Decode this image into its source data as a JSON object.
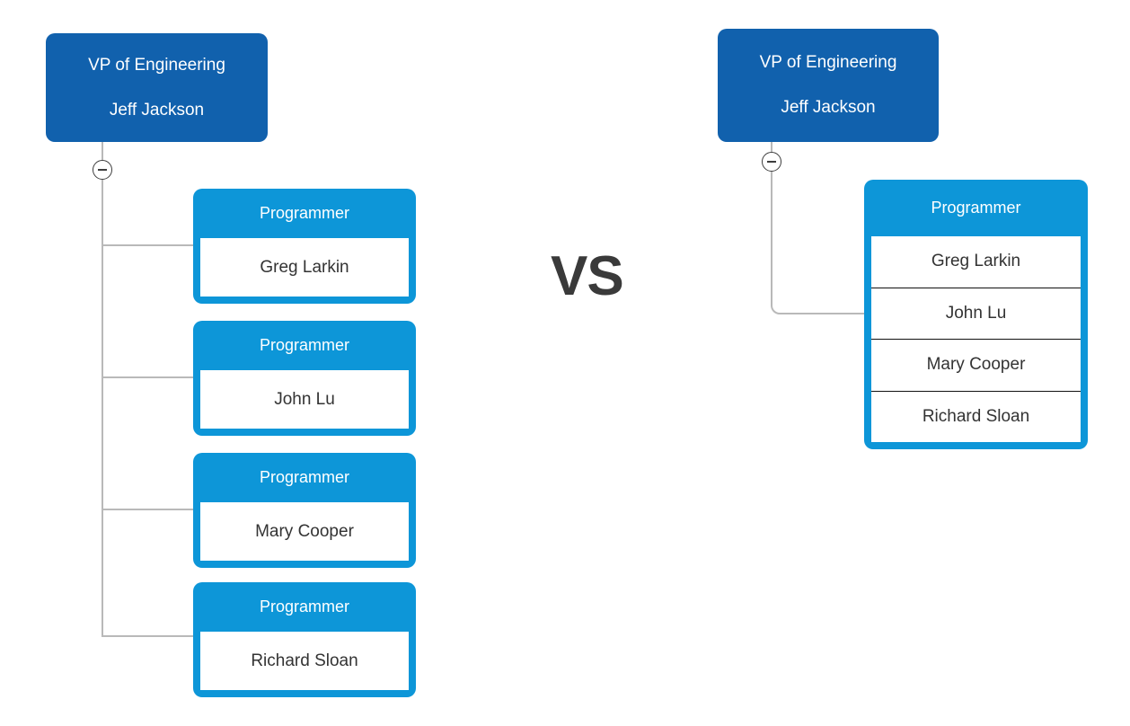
{
  "diagram": {
    "comparison_label": "VS",
    "colors": {
      "root_fill": "#1161ad",
      "node_fill": "#0d96d8",
      "body_fill": "#ffffff",
      "connector": "#b9b9b9",
      "name_text": "#333333",
      "vs_text": "#3a3a3a",
      "row_divider": "#111111"
    }
  },
  "left_chart": {
    "root": {
      "title": "VP of Engineering",
      "name": "Jeff Jackson"
    },
    "toggle": {
      "icon": "minus-circle-icon",
      "state": "expanded"
    },
    "children": [
      {
        "title": "Programmer",
        "name": "Greg Larkin"
      },
      {
        "title": "Programmer",
        "name": "John Lu"
      },
      {
        "title": "Programmer",
        "name": "Mary Cooper"
      },
      {
        "title": "Programmer",
        "name": "Richard Sloan"
      }
    ]
  },
  "right_chart": {
    "root": {
      "title": "VP of Engineering",
      "name": "Jeff Jackson"
    },
    "toggle": {
      "icon": "minus-circle-icon",
      "state": "expanded"
    },
    "group": {
      "title": "Programmer",
      "names": [
        "Greg Larkin",
        "John Lu",
        "Mary Cooper",
        "Richard Sloan"
      ]
    }
  }
}
